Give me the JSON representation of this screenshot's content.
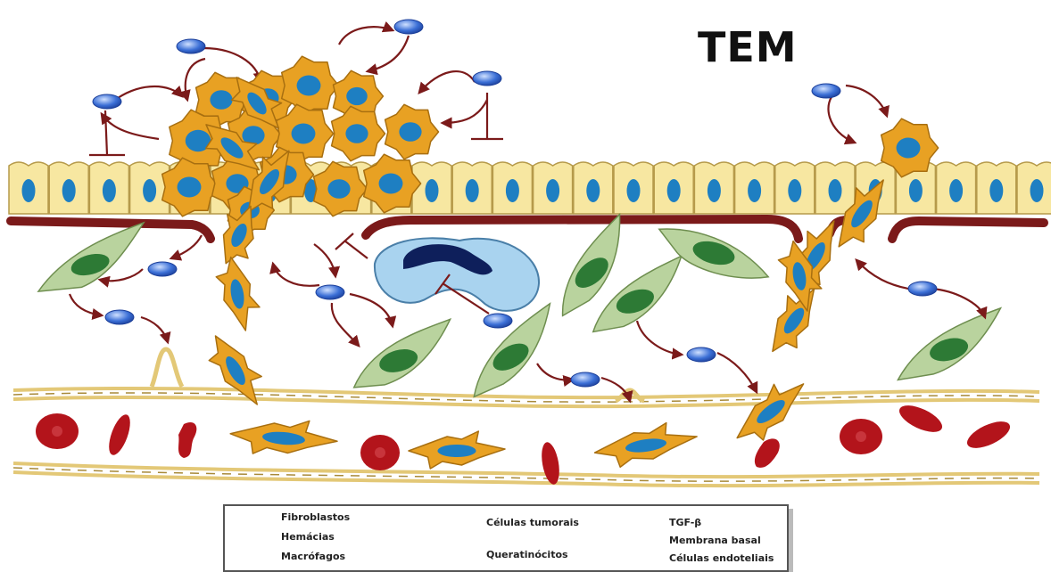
{
  "title": "TEM",
  "legend": {
    "fibroblastos": "Fibroblastos",
    "hemacias": "Hemácias",
    "macrofagos": "Macrófagos",
    "celulas_tumorais": "Células tumorais",
    "queratinocitos": "Queratinócitos",
    "tgf": "TGF-β",
    "membrana_basal": "Membrana basal",
    "celulas_endoteliais": "Células endoteliais"
  },
  "colors": {
    "tumor": "#E8A123",
    "tumor_nucleus": "#1E7FC2",
    "keratinocyte": "#F7E7A1",
    "fibroblast": "#B9D39E",
    "fibroblast_nucleus": "#2D7A35",
    "macrophage": "#A9D3EF",
    "macrophage_nucleus": "#0E1F5B",
    "membrane": "#7B1A1A",
    "arrow": "#7B1A1A",
    "rbc": "#B3141B",
    "endothelial": "#E3C877",
    "tgf": "#3B6FD6"
  }
}
